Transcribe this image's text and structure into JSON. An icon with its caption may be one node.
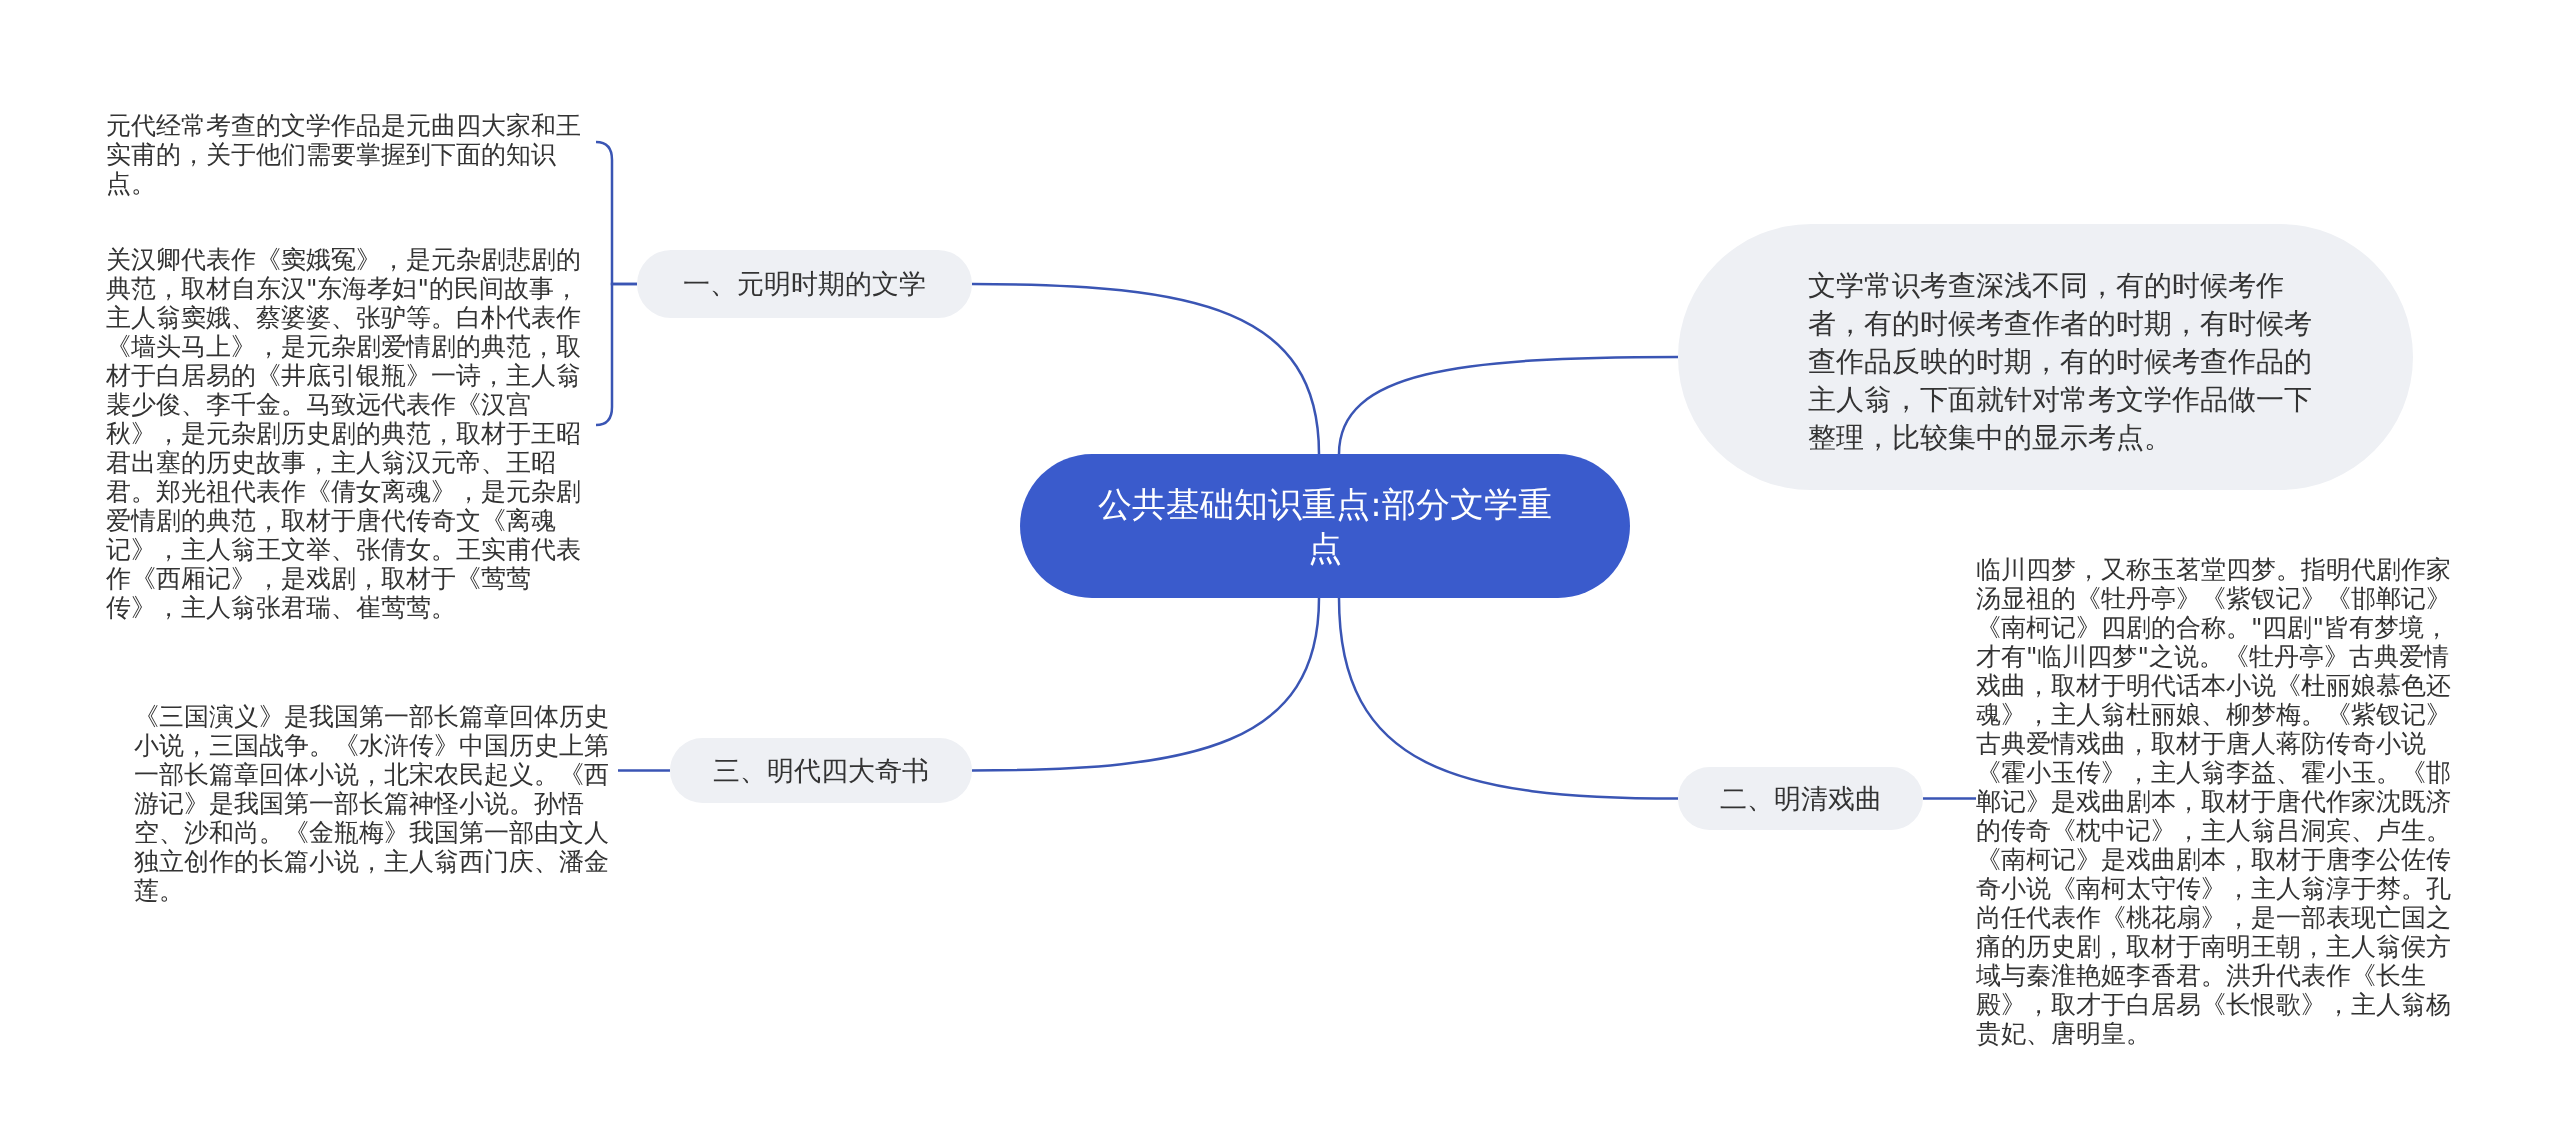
{
  "diagram": {
    "nodes": [
      {
        "text": [
          "公共基础知识重点:部分文学重点"
        ]
      },
      {
        "text": [
          "一、元明时期的文学"
        ]
      },
      {
        "text": [
          "元代经常考查的文学作品是元曲四大家和王实甫的，关于他们需要掌握到下面的知识点。"
        ]
      },
      {
        "text": [
          "关汉卿代表作《窦娥冤》，是元杂剧悲剧的典范，取材自东汉\"东海孝妇\"的民间故事，主人翁窦娥、蔡婆婆、张驴等。白朴代表作《墙头马上》，是元杂剧爱情剧的典范，取材于白居易的《井底引银瓶》一诗，主人翁裴少俊、李千金。马致远代表作《汉宫秋》，是元杂剧历史剧的典范，取材于王昭君出塞的历史故事，主人翁汉元帝、王昭君。郑光祖代表作《倩女离魂》，是元杂剧爱情剧的典范，取材于唐代传奇文《离魂记》，主人翁王文举、张倩女。王实甫代表作《西厢记》，是戏剧，取材于《莺莺传》，主人翁张君瑞、崔莺莺。"
        ]
      },
      {
        "text": [
          "三、明代四大奇书"
        ]
      },
      {
        "text": [
          "《三国演义》是我国第一部长篇章回体历史小说，三国战争。《水浒传》中国历史上第一部长篇章回体小说，北宋农民起义。《西游记》是我国第一部长篇神怪小说。孙悟空、沙和尚。《金瓶梅》我国第一部由文人独立创作的长篇小说，主人翁西门庆、潘金莲。"
        ]
      },
      {
        "text": [
          "文学常识考查深浅不同，有的时候考作者，有的时候考查作者的时期，有时候考查作品反映的时期，有的时候考查作品的主人翁，下面就针对常考文学作品做一下整理，比较集中的显示考点。"
        ]
      },
      {
        "text": [
          "二、明清戏曲"
        ]
      },
      {
        "text": [
          "临川四梦，又称玉茗堂四梦。指明代剧作家汤显祖的《牡丹亭》《紫钗记》《邯郸记》《南柯记》四剧的合称。\"四剧\"皆有梦境，才有\"临川四梦\"之说。《牡丹亭》古典爱情戏曲，取材于明代话本小说《杜丽娘慕色还魂》，主人翁杜丽娘、柳梦梅。《紫钗记》古典爱情戏曲，取材于唐人蒋防传奇小说《霍小玉传》，主人翁李益、霍小玉。《邯郸记》是戏曲剧本，取材于唐代作家沈既济的传奇《枕中记》，主人翁吕洞宾、卢生。《南柯记》是戏曲剧本，取材于唐李公佐传奇小说《南柯太守传》，主人翁淳于棼。孔尚任代表作《桃花扇》，是一部表现亡国之痛的历史剧，取材于南明王朝，主人翁侯方域与秦淮艳姬李香君。洪升代表作《长生殿》，取才于白居易《长恨歌》，主人翁杨贵妃、唐明皇。"
        ]
      }
    ],
    "edges": [
      {
        "from": 0,
        "to": 1,
        "arrow": "none"
      },
      {
        "from": 1,
        "to": 2,
        "arrow": "none"
      },
      {
        "from": 1,
        "to": 3,
        "arrow": "none"
      },
      {
        "from": 0,
        "to": 4,
        "arrow": "none"
      },
      {
        "from": 4,
        "to": 5,
        "arrow": "none"
      },
      {
        "from": 0,
        "to": 6,
        "arrow": "none"
      },
      {
        "from": 0,
        "to": 7,
        "arrow": "none"
      },
      {
        "from": 7,
        "to": 8,
        "arrow": "none"
      }
    ]
  }
}
